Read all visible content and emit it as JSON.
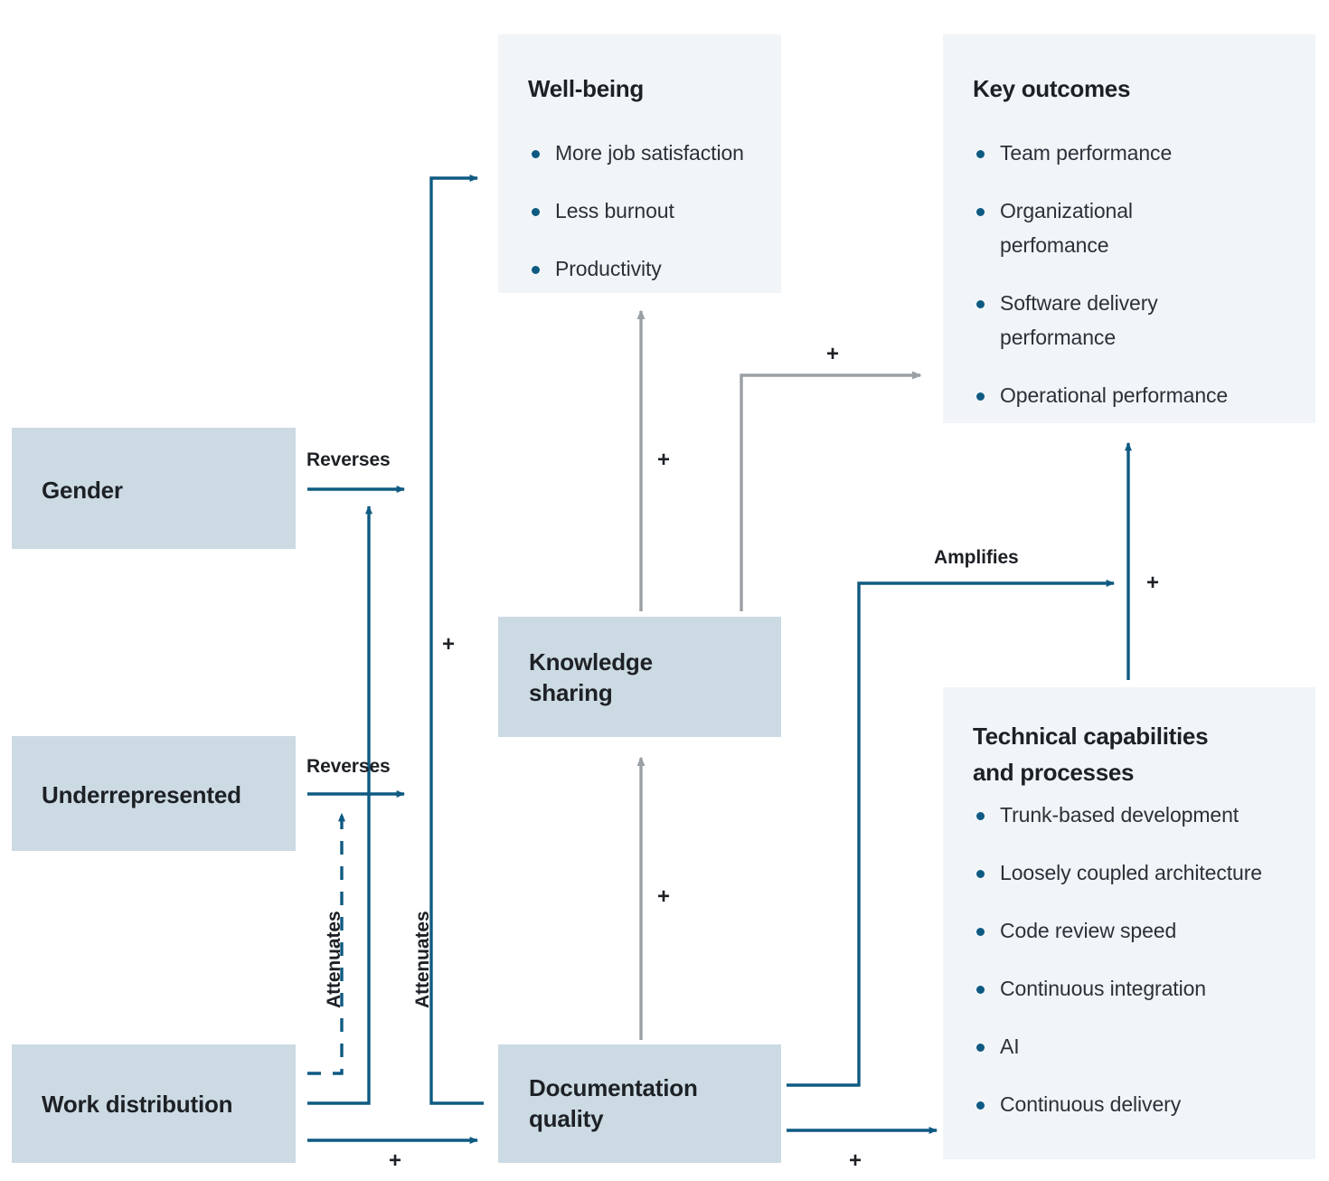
{
  "colors": {
    "node_fill": "#ccdae3",
    "panel_fill": "#f1f5f8",
    "arrow_blue": "#0e5a82",
    "arrow_gray": "#9aa0a6",
    "text": "#1d2126",
    "bullet": "#0e5a82"
  },
  "nodes": {
    "gender": {
      "label": "Gender"
    },
    "underrepresented": {
      "label": "Underrepresented"
    },
    "work_distribution": {
      "label": "Work distribution"
    },
    "knowledge_sharing": {
      "label": "Knowledge\nsharing",
      "line1": "Knowledge",
      "line2": "sharing"
    },
    "documentation_quality": {
      "label": "Documentation\nquality",
      "line1": "Documentation",
      "line2": "quality"
    }
  },
  "panels": {
    "wellbeing": {
      "title": "Well-being",
      "items": [
        "More job satisfaction",
        "Less burnout",
        "Productivity"
      ]
    },
    "key_outcomes": {
      "title": "Key outcomes",
      "items": [
        "Team performance",
        "Organizational perfomance",
        "Software delivery performance",
        "Operational performance"
      ]
    },
    "technical_capabilities": {
      "title_line1": "Technical capabilities",
      "title_line2": "and processes",
      "items": [
        "Trunk-based development",
        "Loosely coupled architecture",
        "Code review speed",
        "Continuous integration",
        "AI",
        "Continuous delivery"
      ]
    }
  },
  "edges": {
    "reverses_gender": "Reverses",
    "reverses_underrepresented": "Reverses",
    "attenuates_dashed": "Attenuates",
    "attenuates_solid": "Attenuates",
    "amplifies": "Amplifies",
    "plus_wellbeing_from_doc": "+",
    "plus_knowledge_to_wellbeing": "+",
    "plus_knowledge_to_outcomes": "+",
    "plus_doc_to_knowledge": "+",
    "plus_tech_to_outcomes": "+",
    "plus_work_to_doc": "+",
    "plus_doc_to_tech": "+"
  }
}
